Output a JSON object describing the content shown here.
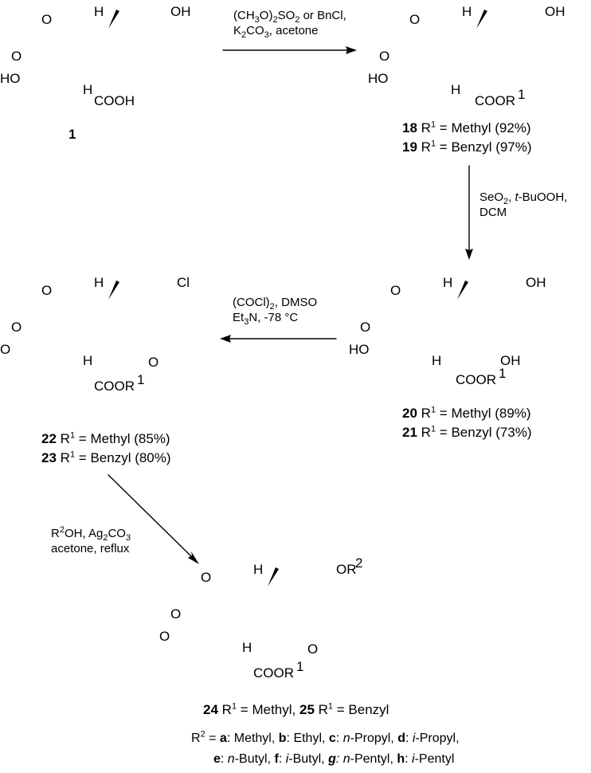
{
  "compounds": {
    "c1": {
      "id": "1"
    },
    "c18": {
      "id": "18",
      "r1": "R",
      "eq": "= Methyl (92%)"
    },
    "c19": {
      "id": "19",
      "r1": "R",
      "eq": "= Benzyl (97%)"
    },
    "c20": {
      "id": "20",
      "r1": "R",
      "eq": "= Methyl (89%)"
    },
    "c21": {
      "id": "21",
      "r1": "R",
      "eq": "= Benzyl (73%)"
    },
    "c22": {
      "id": "22",
      "r1": "R",
      "eq": "= Methyl (85%)"
    },
    "c23": {
      "id": "23",
      "r1": "R",
      "eq": "= Benzyl (80%)"
    },
    "c24": {
      "id": "24",
      "eq": "= Methyl,"
    },
    "c25": {
      "id": "25",
      "eq": "= Benzyl"
    }
  },
  "superscript_1": "1",
  "superscript_2": "2",
  "r_label": "R",
  "conditions": {
    "step1": {
      "line1_a": "(CH",
      "line1_sub1": "3",
      "line1_b": "O)",
      "line1_sub2": "2",
      "line1_c": "SO",
      "line1_sub3": "2",
      "line1_d": " or BnCl,",
      "line2_a": "K",
      "line2_sub1": "2",
      "line2_b": "CO",
      "line2_sub2": "3",
      "line2_c": ", acetone"
    },
    "step2": {
      "line1_a": "SeO",
      "line1_sub": "2",
      "line1_b": ", ",
      "line1_it": "t",
      "line1_c": "-BuOOH,",
      "line2": "DCM"
    },
    "step3": {
      "line1_a": "(COCl)",
      "line1_sub": "2",
      "line1_b": ", DMSO",
      "line2_a": "Et",
      "line2_sub": "3",
      "line2_b": "N, -78 °C"
    },
    "step4": {
      "line1_a": "R",
      "line1_sup": "2",
      "line1_b": "OH, Ag",
      "line1_sub1": "2",
      "line1_c": "CO",
      "line1_sub2": "3",
      "line2": "acetone, reflux"
    }
  },
  "atoms": {
    "O": "O",
    "OH": "OH",
    "HO": "HO",
    "H": "H",
    "Cl": "Cl",
    "COOH": "COOH",
    "COOR": "COOR",
    "OR": "OR"
  },
  "r2_list": {
    "prefix": "= ",
    "items": [
      {
        "key": "a",
        "sep": ": ",
        "pre": "",
        "it": "",
        "name": "Methyl,"
      },
      {
        "key": "b",
        "sep": ": ",
        "pre": "",
        "it": "",
        "name": "Ethyl,"
      },
      {
        "key": "c",
        "sep": ": ",
        "pre": "",
        "it": "n",
        "name": "-Propyl,"
      },
      {
        "key": "d",
        "sep": ": ",
        "pre": "",
        "it": "i",
        "name": "-Propyl,"
      },
      {
        "key": "e",
        "sep": ": ",
        "pre": "",
        "it": "n",
        "name": "-Butyl,"
      },
      {
        "key": "f",
        "sep": ": ",
        "pre": "",
        "it": "i",
        "name": "-Butyl,"
      },
      {
        "key": "g",
        "sep": ": ",
        "pre": "",
        "it": "n",
        "name": "-Pentyl,"
      },
      {
        "key": "h",
        "sep": ": ",
        "pre": "",
        "it": "i",
        "name": "-Pentyl"
      }
    ]
  }
}
